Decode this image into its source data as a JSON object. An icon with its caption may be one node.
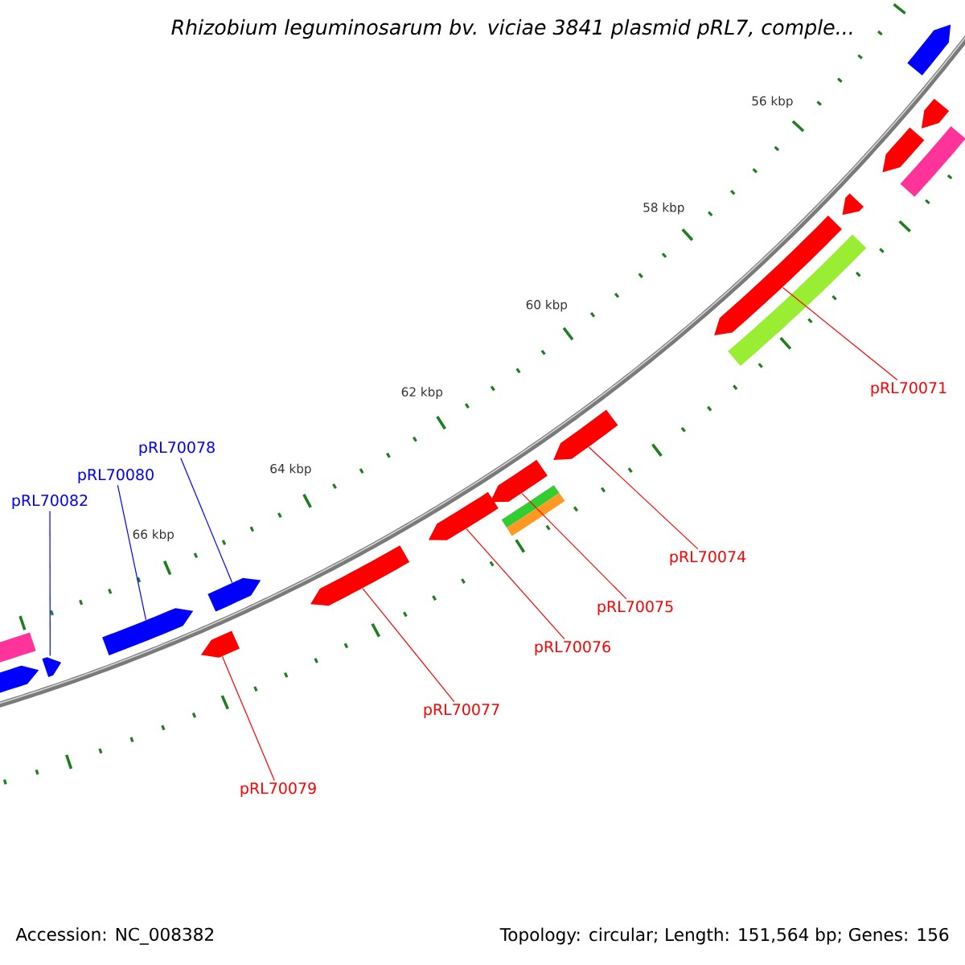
{
  "diagram": {
    "title": "Rhizobium leguminosarum bv. viciae 3841 plasmid pRL7, comple...",
    "nodes": [
      {
        "text": [
          "pRL70071"
        ]
      },
      {
        "text": [
          "pRL70078"
        ]
      },
      {
        "text": [
          "pRL70080"
        ]
      },
      {
        "text": [
          "pRL70082"
        ]
      },
      {
        "text": [
          "pRL70074"
        ]
      },
      {
        "text": [
          "pRL70075"
        ]
      },
      {
        "text": [
          "pRL70076"
        ]
      },
      {
        "text": [
          "pRL70077"
        ]
      },
      {
        "text": [
          "pRL70079"
        ]
      },
      {
        "text": [],
        "shape": "bar"
      },
      {
        "text": [],
        "shape": "bar"
      },
      {
        "text": [],
        "shape": "bar"
      },
      {
        "text": [],
        "shape": "bar"
      },
      {
        "text": [],
        "shape": "bar"
      },
      {
        "text": [],
        "shape": "bar"
      },
      {
        "text": [],
        "shape": "bar"
      },
      {
        "text": [],
        "shape": "bar"
      },
      {
        "text": [],
        "shape": "bar"
      }
    ],
    "edges": [
      {
        "from": 0,
        "to": 17,
        "arrow": "none"
      },
      {
        "from": 1,
        "to": 12,
        "arrow": "none",
        "color": "#0000ff"
      },
      {
        "from": 2,
        "to": 10,
        "arrow": "none",
        "color": "#0000ff"
      },
      {
        "from": 3,
        "to": 9,
        "arrow": "none",
        "color": "#0000ff"
      },
      {
        "from": 4,
        "to": 16,
        "arrow": "none"
      },
      {
        "from": 5,
        "to": 15,
        "arrow": "none"
      },
      {
        "from": 6,
        "to": 14,
        "arrow": "none"
      },
      {
        "from": 7,
        "to": 13,
        "arrow": "none"
      },
      {
        "from": 8,
        "to": 11,
        "arrow": "none"
      }
    ],
    "labels": [
      "56 kbp",
      "58 kbp",
      "60 kbp",
      "62 kbp",
      "64 kbp",
      "66 kbp",
      "Accession: NC_008382",
      "Topology: circular; Length: 151,564 bp; Genes: 156"
    ]
  }
}
